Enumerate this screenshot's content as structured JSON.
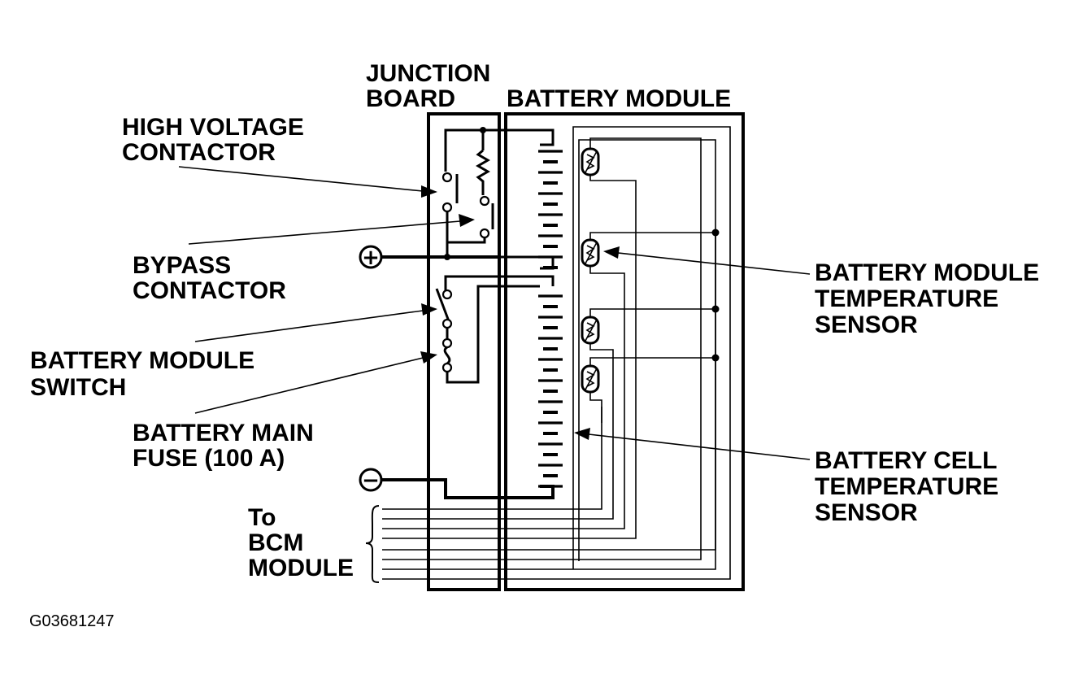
{
  "labels": {
    "junction_board_l1": "JUNCTION",
    "junction_board_l2": "BOARD",
    "battery_module": "BATTERY MODULE",
    "hv_contactor_l1": "HIGH VOLTAGE",
    "hv_contactor_l2": "CONTACTOR",
    "bypass_l1": "BYPASS",
    "bypass_l2": "CONTACTOR",
    "bm_switch_l1": "BATTERY MODULE",
    "bm_switch_l2": "SWITCH",
    "main_fuse_l1": "BATTERY MAIN",
    "main_fuse_l2": "FUSE (100 A)",
    "to_bcm_l1": "To",
    "to_bcm_l2": "BCM",
    "to_bcm_l3": "MODULE",
    "bm_temp_l1": "BATTERY MODULE",
    "bm_temp_l2": "TEMPERATURE",
    "bm_temp_l3": "SENSOR",
    "cell_temp_l1": "BATTERY CELL",
    "cell_temp_l2": "TEMPERATURE",
    "cell_temp_l3": "SENSOR",
    "figure_id": "G03681247"
  },
  "terminals": {
    "positive": "+",
    "negative": "−"
  }
}
